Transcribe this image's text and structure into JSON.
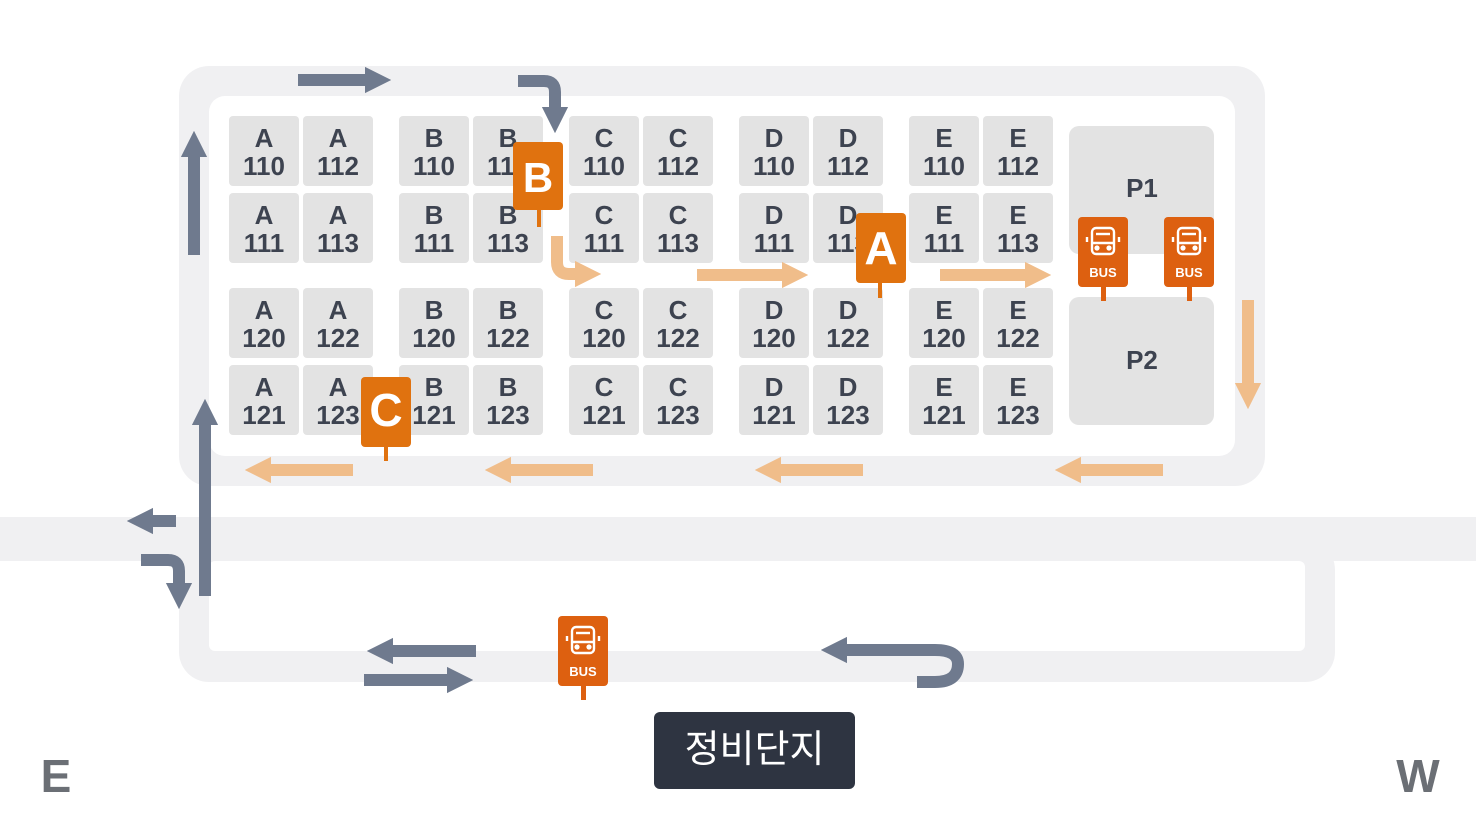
{
  "colors": {
    "road": "#f0f0f2",
    "lot": "#e3e3e3",
    "route_arrow": "#6f7a8e",
    "flow_arrow": "#f0bd8a",
    "marker": "#e0720f",
    "bus_marker": "#dd6010",
    "label_text": "#3d4350",
    "depot_box": "#2e3441"
  },
  "lots": [
    {
      "id": "A110",
      "line1": "A",
      "line2": "110"
    },
    {
      "id": "A112",
      "line1": "A",
      "line2": "112"
    },
    {
      "id": "A111",
      "line1": "A",
      "line2": "111"
    },
    {
      "id": "A113",
      "line1": "A",
      "line2": "113"
    },
    {
      "id": "B110",
      "line1": "B",
      "line2": "110"
    },
    {
      "id": "B112",
      "line1": "B",
      "line2": "112"
    },
    {
      "id": "B111",
      "line1": "B",
      "line2": "111"
    },
    {
      "id": "B113",
      "line1": "B",
      "line2": "113"
    },
    {
      "id": "C110",
      "line1": "C",
      "line2": "110"
    },
    {
      "id": "C112",
      "line1": "C",
      "line2": "112"
    },
    {
      "id": "C111",
      "line1": "C",
      "line2": "111"
    },
    {
      "id": "C113",
      "line1": "C",
      "line2": "113"
    },
    {
      "id": "D110",
      "line1": "D",
      "line2": "110"
    },
    {
      "id": "D112",
      "line1": "D",
      "line2": "112"
    },
    {
      "id": "D111",
      "line1": "D",
      "line2": "111"
    },
    {
      "id": "D113",
      "line1": "D",
      "line2": "113"
    },
    {
      "id": "E110",
      "line1": "E",
      "line2": "110"
    },
    {
      "id": "E112",
      "line1": "E",
      "line2": "112"
    },
    {
      "id": "E111",
      "line1": "E",
      "line2": "111"
    },
    {
      "id": "E113",
      "line1": "E",
      "line2": "113"
    },
    {
      "id": "A120",
      "line1": "A",
      "line2": "120"
    },
    {
      "id": "A122",
      "line1": "A",
      "line2": "122"
    },
    {
      "id": "A121",
      "line1": "A",
      "line2": "121"
    },
    {
      "id": "A123",
      "line1": "A",
      "line2": "123"
    },
    {
      "id": "B120",
      "line1": "B",
      "line2": "120"
    },
    {
      "id": "B122",
      "line1": "B",
      "line2": "122"
    },
    {
      "id": "B121",
      "line1": "B",
      "line2": "121"
    },
    {
      "id": "B123",
      "line1": "B",
      "line2": "123"
    },
    {
      "id": "C120",
      "line1": "C",
      "line2": "120"
    },
    {
      "id": "C122",
      "line1": "C",
      "line2": "122"
    },
    {
      "id": "C121",
      "line1": "C",
      "line2": "121"
    },
    {
      "id": "C123",
      "line1": "C",
      "line2": "123"
    },
    {
      "id": "D120",
      "line1": "D",
      "line2": "120"
    },
    {
      "id": "D122",
      "line1": "D",
      "line2": "122"
    },
    {
      "id": "D121",
      "line1": "D",
      "line2": "121"
    },
    {
      "id": "D123",
      "line1": "D",
      "line2": "123"
    },
    {
      "id": "E120",
      "line1": "E",
      "line2": "120"
    },
    {
      "id": "E122",
      "line1": "E",
      "line2": "122"
    },
    {
      "id": "E121",
      "line1": "E",
      "line2": "121"
    },
    {
      "id": "E123",
      "line1": "E",
      "line2": "123"
    }
  ],
  "parking": {
    "p1": "P1",
    "p2": "P2"
  },
  "markers": {
    "a": "A",
    "b": "B",
    "c": "C"
  },
  "bus_stops": {
    "label": "BUS",
    "icon": "bus-icon"
  },
  "depot": {
    "label": "정비단지"
  },
  "compass": {
    "east": "E",
    "west": "W"
  }
}
